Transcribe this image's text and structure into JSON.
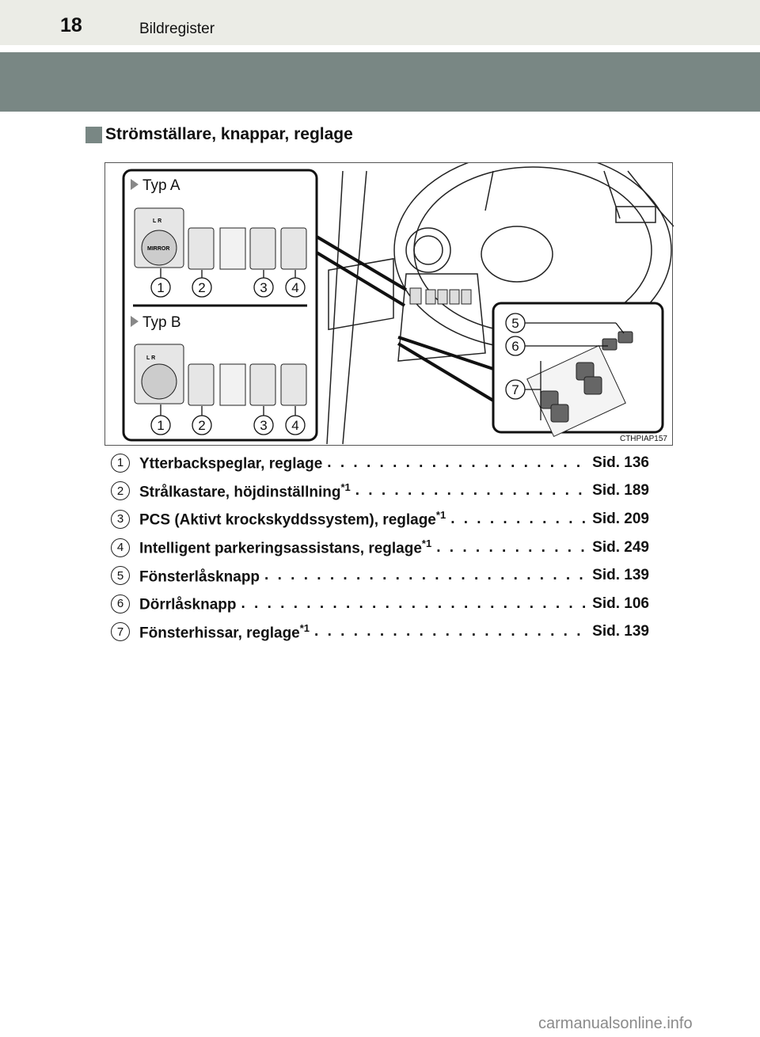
{
  "header": {
    "page_number": "18",
    "title": "Bildregister"
  },
  "section": {
    "title": "Strömställare, knappar, reglage"
  },
  "figure": {
    "type_a": "Typ A",
    "type_b": "Typ B",
    "code": "CTHPIAP157",
    "callouts_a": [
      "1",
      "2",
      "3",
      "4"
    ],
    "callouts_b": [
      "1",
      "2",
      "3",
      "4"
    ],
    "callouts_door": [
      "5",
      "6",
      "7"
    ],
    "mirror_label": "MIRROR",
    "lr_label": "L  R"
  },
  "items": [
    {
      "num": "1",
      "label": "Ytterbackspeglar, reglage",
      "note": "",
      "page": "Sid. 136"
    },
    {
      "num": "2",
      "label": "Strålkastare, höjdinställning",
      "note": "*1",
      "page": "Sid. 189"
    },
    {
      "num": "3",
      "label": "PCS (Aktivt krockskyddssystem), reglage",
      "note": "*1",
      "page": "Sid. 209"
    },
    {
      "num": "4",
      "label": "Intelligent parkeringsassistans, reglage",
      "note": "*1",
      "page": "Sid. 249"
    },
    {
      "num": "5",
      "label": "Fönsterlåsknapp",
      "note": "",
      "page": "Sid. 139"
    },
    {
      "num": "6",
      "label": "Dörrlåsknapp",
      "note": "",
      "page": "Sid. 106"
    },
    {
      "num": "7",
      "label": "Fönsterhissar, reglage",
      "note": "*1",
      "page": "Sid. 139"
    }
  ],
  "watermark": "carmanualsonline.info"
}
